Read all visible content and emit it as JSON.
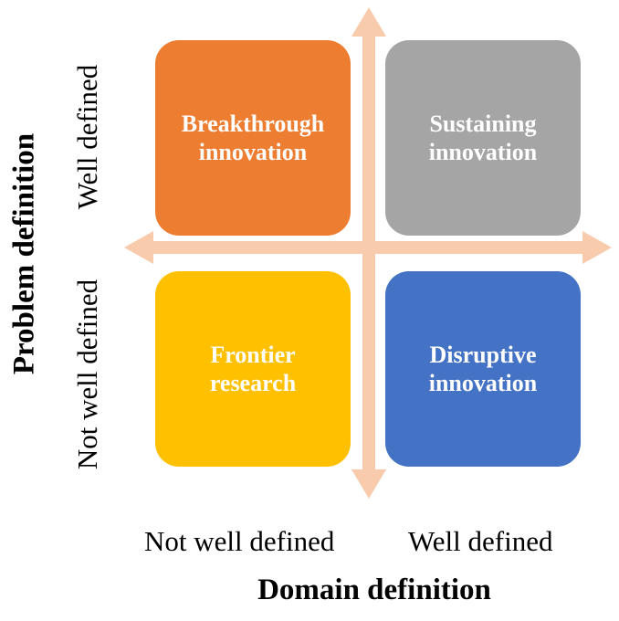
{
  "quadrants": {
    "top_left": {
      "text": "Breakthrough\ninnovation",
      "color": "#ED7D31"
    },
    "top_right": {
      "text": "Sustaining\ninnovation",
      "color": "#A5A5A5"
    },
    "bottom_left": {
      "text": "Frontier\nresearch",
      "color": "#FFC000"
    },
    "bottom_right": {
      "text": "Disruptive\ninnovation",
      "color": "#4472C4"
    }
  },
  "x_axis": {
    "title": "Domain definition",
    "low_label": "Not well defined",
    "high_label": "Well defined"
  },
  "y_axis": {
    "title": "Problem definition",
    "low_label": "Not well defined",
    "high_label": "Well defined"
  },
  "arrow_color": "#F8CBAD"
}
